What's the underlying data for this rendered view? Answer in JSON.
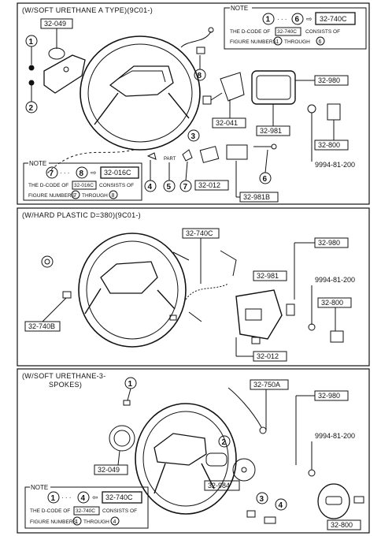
{
  "sections": [
    {
      "title": "(W/SOFT  URETHANE A TYPE)(9C01-)",
      "note": {
        "heading": "NOTE",
        "from": "1",
        "to": "6",
        "code": "32-740C",
        "prefix": "THE D-CODE OF",
        "box": "32-740C",
        "consists": "CONSISTS OF",
        "figure_prefix": "FIGURE NUMBERS",
        "through": "THROUGH"
      },
      "note2": {
        "heading": "NOTE",
        "from": "7",
        "to": "8",
        "code": "32-016C",
        "prefix": "THE D-CODE OF",
        "box": "32-016C",
        "consists": "CONSISTS OF",
        "figure_prefix": "FIGURE NUMBERS",
        "through": "THROUGH"
      },
      "labels": {
        "p32049": "32-049",
        "p32980": "32-980",
        "p32041": "32-041",
        "p32981": "32-981",
        "p32800": "32-800",
        "p9994": "9994-81-200",
        "p32012": "32-012",
        "p32981b": "32-981B",
        "c1": "1",
        "c2": "2",
        "c3": "3",
        "c4": "4",
        "c5": "5",
        "c6": "6",
        "c7": "7",
        "c8": "8",
        "rivet_text": "PART"
      }
    },
    {
      "title": "(W/HARD PLASTIC D=380)(9C01-)",
      "labels": {
        "p32740c": "32-740C",
        "p32980": "32-980",
        "p32981": "32-981",
        "p9994": "9994-81-200",
        "p32800": "32-800",
        "p32740b": "32-740B",
        "p32012": "32-012"
      }
    },
    {
      "title": "(W/SOFT URETHANE-3-",
      "title2": "SPOKES)",
      "note": {
        "heading": "NOTE",
        "from": "1",
        "to": "4",
        "code": "32-740C",
        "prefix": "THE D-CODE OF",
        "box": "32-740C",
        "consists": "CONSISTS OF",
        "figure_prefix": "FIGURE NUMBERS",
        "through": "THROUGH"
      },
      "labels": {
        "p32750a": "32-750A",
        "p32980": "32-980",
        "p9994": "9994-81-200",
        "p32049": "32-049",
        "p32984": "32-984",
        "p32800": "32-800",
        "c1": "1",
        "c2": "2",
        "c3": "3",
        "c4": "4"
      }
    }
  ]
}
